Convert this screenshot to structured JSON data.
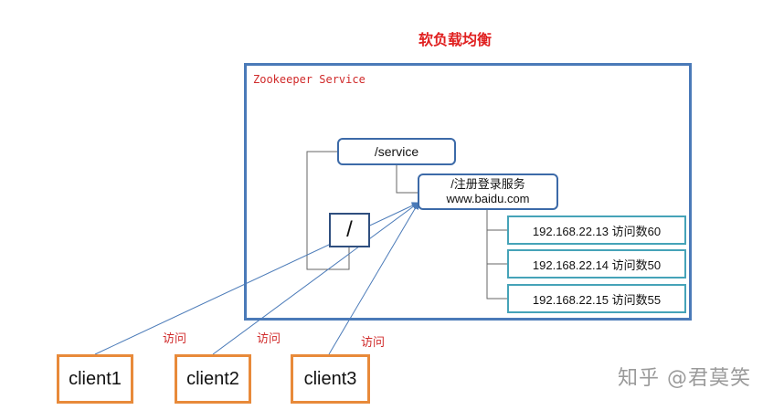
{
  "title": "软负载均衡",
  "zookeeper": {
    "label": "Zookeeper Service",
    "nodes": {
      "service": "/service",
      "login_line1": "/注册登录服务",
      "login_line2": "www.baidu.com",
      "root": "/"
    },
    "servers": [
      "192.168.22.13  访问数60",
      "192.168.22.14  访问数50",
      "192.168.22.15  访问数55"
    ]
  },
  "clients": [
    "client1",
    "client2",
    "client3"
  ],
  "edge_labels": [
    "访问",
    "访问",
    "访问"
  ],
  "watermark": "知乎 @君莫笑",
  "colors": {
    "title": "#e02020",
    "zk_border": "#4a7ab8",
    "node_border": "#3c6aa8",
    "server_border": "#45a3b8",
    "client_border": "#e88a3a",
    "arrow": "#4a7ab8"
  }
}
